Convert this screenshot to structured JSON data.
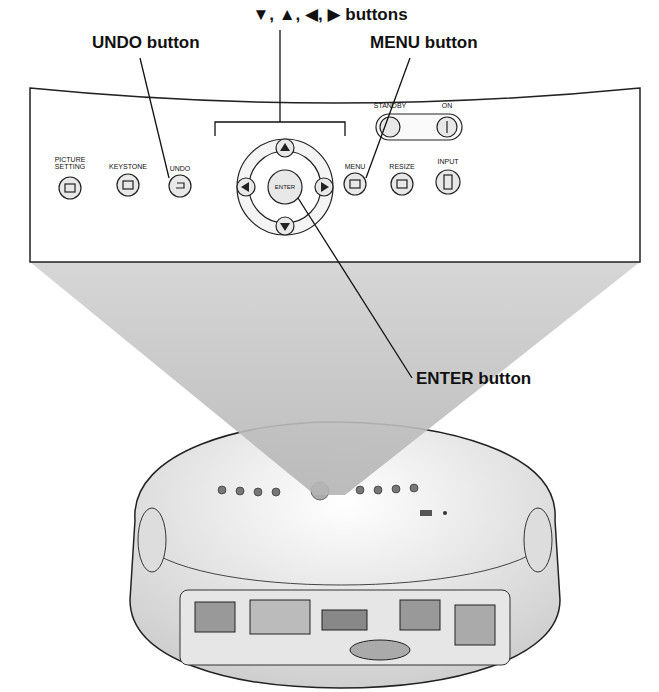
{
  "diagram": {
    "labels": [
      "▼, ▲, ◀, ▶ buttons",
      "UNDO button",
      "MENU button",
      "ENTER button",
      "STANDBY",
      "ON",
      "PICTURE SETTING",
      "KEYSTONE",
      "UNDO",
      "ENTER",
      "MENU",
      "RESIZE",
      "INPUT"
    ]
  }
}
